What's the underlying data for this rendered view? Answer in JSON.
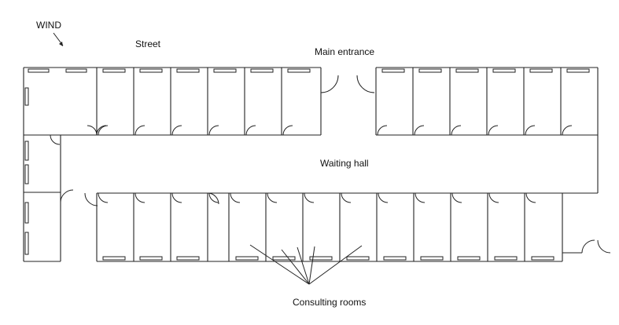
{
  "labels": {
    "wind": "WIND",
    "street": "Street",
    "main_entrance": "Main entrance",
    "waiting_hall": "Waiting hall",
    "consulting_rooms": "Consulting rooms"
  },
  "icons": {
    "wind_direction": "arrow-down-right-icon"
  }
}
